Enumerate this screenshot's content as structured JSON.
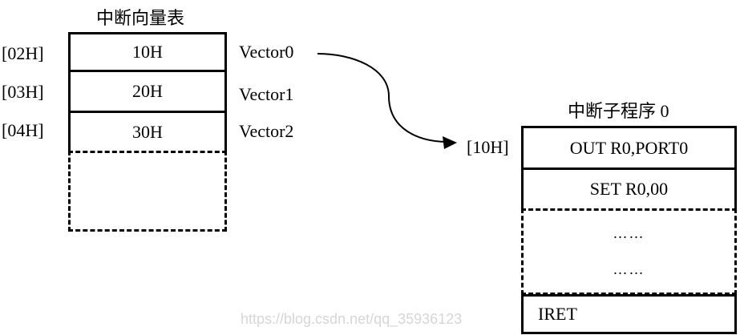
{
  "vector_table": {
    "title": "中断向量表",
    "rows": [
      {
        "address": "[02H]",
        "value": "10H",
        "label": "Vector0"
      },
      {
        "address": "[03H]",
        "value": "20H",
        "label": "Vector1"
      },
      {
        "address": "[04H]",
        "value": "30H",
        "label": "Vector2"
      }
    ]
  },
  "subroutine": {
    "title": "中断子程序 0",
    "start_address": "[10H]",
    "instructions": [
      "OUT R0,PORT0",
      "SET R0,00"
    ],
    "ellipsis": [
      "……",
      "……"
    ],
    "last_instruction": "IRET"
  },
  "arrow": {
    "from": "Vector0",
    "to": "[10H]"
  },
  "watermark": "https://blog.csdn.net/qq_35936123"
}
